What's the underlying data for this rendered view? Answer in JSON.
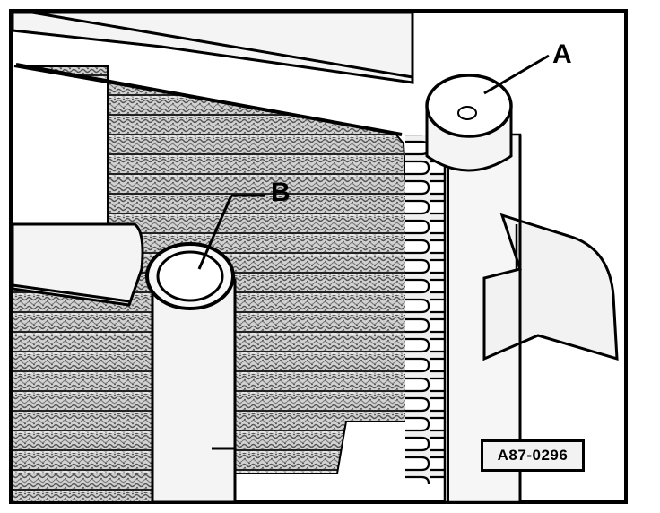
{
  "diagram": {
    "callouts": [
      {
        "id": "A",
        "label": "A"
      },
      {
        "id": "B",
        "label": "B"
      }
    ],
    "reference_code": "A87-0296",
    "colors": {
      "line": "#000000",
      "background": "#ffffff",
      "fin_fill": "#bdbdbd",
      "part_fill": "#f4f4f4"
    }
  }
}
